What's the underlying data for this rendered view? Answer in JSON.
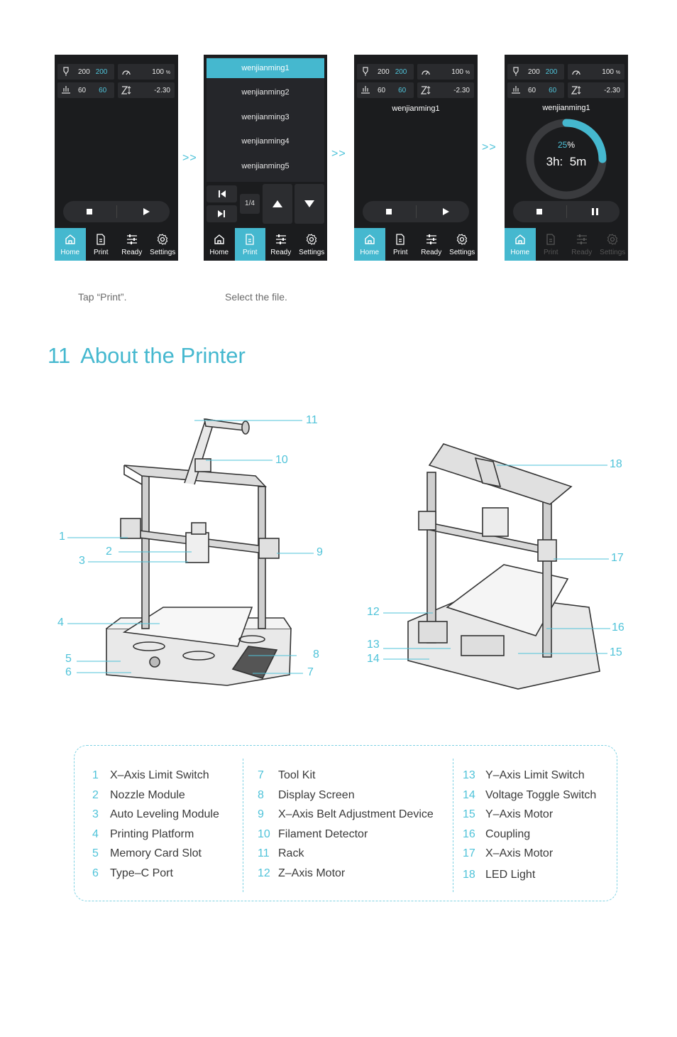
{
  "screens": [
    {
      "nozzle": {
        "current": "200",
        "target": "200"
      },
      "speed": {
        "value": "100",
        "unit": "%"
      },
      "bed": {
        "current": "60",
        "target": "60"
      },
      "zoffset": "-2.30",
      "tabs": [
        "Home",
        "Print",
        "Ready",
        "Settings"
      ]
    },
    {
      "files": [
        "wenjianming1",
        "wenjianming2",
        "wenjianming3",
        "wenjianming4",
        "wenjianming5"
      ],
      "page": "1/4",
      "tabs": [
        "Home",
        "Print",
        "Ready",
        "Settings"
      ]
    },
    {
      "nozzle": {
        "current": "200",
        "target": "200"
      },
      "speed": {
        "value": "100",
        "unit": "%"
      },
      "bed": {
        "current": "60",
        "target": "60"
      },
      "zoffset": "-2.30",
      "file": "wenjianming1",
      "tabs": [
        "Home",
        "Print",
        "Ready",
        "Settings"
      ]
    },
    {
      "nozzle": {
        "current": "200",
        "target": "200"
      },
      "speed": {
        "value": "100",
        "unit": "%"
      },
      "bed": {
        "current": "60",
        "target": "60"
      },
      "zoffset": "-2.30",
      "file": "wenjianming1",
      "progress_value": "25",
      "progress_unit": "%",
      "progress_fraction": 0.25,
      "time_left": "3h:  5m",
      "tabs": [
        "Home",
        "Print",
        "Ready",
        "Settings"
      ]
    }
  ],
  "separators": [
    ">>",
    ">>",
    ">>"
  ],
  "captions": {
    "step1": "Tap “Print”.",
    "step2": "Select the file."
  },
  "section": {
    "number": "11",
    "title": "About the Printer"
  },
  "callouts": [
    "1",
    "2",
    "3",
    "4",
    "5",
    "6",
    "7",
    "8",
    "9",
    "10",
    "11",
    "12",
    "13",
    "14",
    "15",
    "16",
    "17",
    "18"
  ],
  "legend": {
    "col1": [
      {
        "n": "1",
        "label": "X–Axis Limit Switch"
      },
      {
        "n": "2",
        "label": "Nozzle Module"
      },
      {
        "n": "3",
        "label": "Auto Leveling Module"
      },
      {
        "n": "4",
        "label": "Printing Platform"
      },
      {
        "n": "5",
        "label": "Memory Card Slot"
      },
      {
        "n": "6",
        "label": "Type–C Port"
      }
    ],
    "col2": [
      {
        "n": "7",
        "label": "Tool Kit"
      },
      {
        "n": "8",
        "label": "Display Screen"
      },
      {
        "n": "9",
        "label": "X–Axis Belt Adjustment Device"
      },
      {
        "n": "10",
        "label": "Filament Detector"
      },
      {
        "n": "11",
        "label": "Rack"
      },
      {
        "n": "12",
        "label": "Z–Axis Motor"
      }
    ],
    "col3": [
      {
        "n": "13",
        "label": "Y–Axis Limit Switch"
      },
      {
        "n": "14",
        "label": "Voltage Toggle Switch"
      },
      {
        "n": "15",
        "label": "Y–Axis Motor"
      },
      {
        "n": "16",
        "label": "Coupling"
      },
      {
        "n": "17",
        "label": "X–Axis Motor"
      },
      {
        "n": "18",
        "label": "LED Light"
      }
    ]
  },
  "colors": {
    "accent": "#45b8cf",
    "screen_bg": "#1b1c1e"
  }
}
